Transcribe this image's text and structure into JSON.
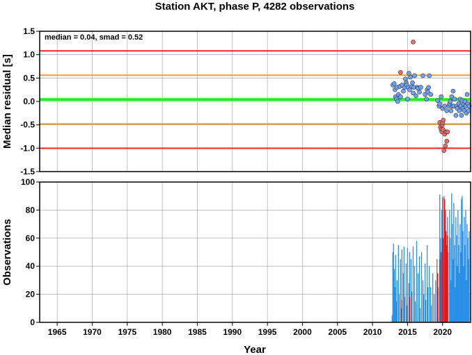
{
  "title": "Station AKT, phase P, 4282 observations",
  "colors": {
    "red_line": "#ff2020",
    "orange_line": "#f0a020",
    "green_line": "#22ee22",
    "blue_point": "#6fa3f5",
    "red_point": "#f06a6a",
    "blue_bar": "#2a8fe6",
    "red_bar": "#ee1111",
    "grid": "#999999"
  },
  "chart_data": [
    {
      "type": "scatter",
      "ylabel": "Median residual [s]",
      "annotation": "median = 0.04, smad = 0.52",
      "xlim": [
        1962.5,
        2024
      ],
      "ylim": [
        -1.5,
        1.5
      ],
      "y_ticks": [
        "1.5",
        "1.0",
        "0.5",
        "0.0",
        "-0.5",
        "-1.0",
        "-1.5"
      ],
      "y_tick_values": [
        1.5,
        1.0,
        0.5,
        0.0,
        -0.5,
        -1.0,
        -1.5
      ],
      "reference_lines": [
        {
          "y": 1.08,
          "color": "red"
        },
        {
          "y": 0.56,
          "color": "orange"
        },
        {
          "y": 0.04,
          "color": "green"
        },
        {
          "y": -0.48,
          "color": "orange"
        },
        {
          "y": -1.0,
          "color": "red"
        }
      ],
      "series": [
        {
          "color": "blue",
          "points": [
            [
              2012.9,
              0.35
            ],
            [
              2013.1,
              0.38
            ],
            [
              2013.2,
              0.25
            ],
            [
              2013.3,
              0.1
            ],
            [
              2013.4,
              0.05
            ],
            [
              2013.5,
              0.3
            ],
            [
              2013.6,
              0.0
            ],
            [
              2013.7,
              0.15
            ],
            [
              2013.9,
              0.32
            ],
            [
              2014.0,
              0.1
            ],
            [
              2014.2,
              0.35
            ],
            [
              2014.4,
              0.22
            ],
            [
              2014.6,
              0.3
            ],
            [
              2014.7,
              0.48
            ],
            [
              2014.8,
              0.4
            ],
            [
              2014.9,
              0.35
            ],
            [
              2015.0,
              0.05
            ],
            [
              2015.1,
              0.3
            ],
            [
              2015.2,
              0.6
            ],
            [
              2015.3,
              0.25
            ],
            [
              2015.4,
              0.52
            ],
            [
              2015.6,
              0.32
            ],
            [
              2015.7,
              0.4
            ],
            [
              2015.8,
              0.18
            ],
            [
              2015.9,
              0.3
            ],
            [
              2016.0,
              0.55
            ],
            [
              2016.2,
              0.12
            ],
            [
              2016.4,
              0.3
            ],
            [
              2016.5,
              0.28
            ],
            [
              2016.7,
              0.2
            ],
            [
              2016.9,
              0.3
            ],
            [
              2017.2,
              0.55
            ],
            [
              2017.5,
              0.15
            ],
            [
              2017.7,
              0.05
            ],
            [
              2017.8,
              0.25
            ],
            [
              2017.9,
              0.2
            ],
            [
              2018.0,
              0.3
            ],
            [
              2018.1,
              0.55
            ],
            [
              2018.3,
              0.15
            ],
            [
              2019.3,
              0.02
            ],
            [
              2019.5,
              -0.1
            ],
            [
              2019.6,
              -0.05
            ],
            [
              2019.8,
              0.1
            ],
            [
              2020.0,
              -0.15
            ],
            [
              2020.3,
              -0.1
            ],
            [
              2020.6,
              -0.2
            ],
            [
              2020.9,
              -0.1
            ],
            [
              2021.0,
              -0.05
            ],
            [
              2021.1,
              0.0
            ],
            [
              2021.2,
              -0.2
            ],
            [
              2021.3,
              0.1
            ],
            [
              2021.4,
              -0.1
            ],
            [
              2021.5,
              0.22
            ],
            [
              2021.6,
              -0.1
            ],
            [
              2021.7,
              0.05
            ],
            [
              2021.9,
              -0.3
            ],
            [
              2022.0,
              -0.1
            ],
            [
              2022.1,
              -0.15
            ],
            [
              2022.3,
              -0.05
            ],
            [
              2022.4,
              -0.2
            ],
            [
              2022.5,
              0.05
            ],
            [
              2022.6,
              -0.1
            ],
            [
              2022.7,
              -0.3
            ],
            [
              2022.8,
              0.02
            ],
            [
              2022.9,
              -0.15
            ],
            [
              2023.0,
              -0.05
            ],
            [
              2023.1,
              -0.2
            ],
            [
              2023.2,
              0.0
            ],
            [
              2023.3,
              -0.1
            ],
            [
              2023.4,
              -0.25
            ],
            [
              2023.5,
              0.15
            ],
            [
              2023.6,
              -0.05
            ],
            [
              2023.7,
              -0.2
            ],
            [
              2023.8,
              -0.1
            ]
          ]
        },
        {
          "color": "red",
          "points": [
            [
              2014.0,
              0.62
            ],
            [
              2015.8,
              1.27
            ],
            [
              2019.6,
              -0.45
            ],
            [
              2019.7,
              -0.55
            ],
            [
              2019.8,
              -0.6
            ],
            [
              2019.9,
              -0.65
            ],
            [
              2019.95,
              -0.5
            ],
            [
              2020.0,
              -0.45
            ],
            [
              2020.05,
              -0.6
            ],
            [
              2020.1,
              -0.4
            ],
            [
              2020.2,
              -1.05
            ],
            [
              2020.3,
              -0.7
            ],
            [
              2020.4,
              -0.95
            ],
            [
              2020.5,
              -0.65
            ],
            [
              2020.6,
              -0.85
            ],
            [
              2020.7,
              -0.65
            ]
          ]
        }
      ]
    },
    {
      "type": "bar",
      "xlabel": "Year",
      "ylabel": "Observations",
      "xlim": [
        1962.5,
        2024
      ],
      "ylim": [
        0,
        100
      ],
      "x_ticks": [
        "1965",
        "1970",
        "1975",
        "1980",
        "1985",
        "1990",
        "1995",
        "2000",
        "2005",
        "2010",
        "2015",
        "2020"
      ],
      "x_tick_values": [
        1965,
        1970,
        1975,
        1980,
        1985,
        1990,
        1995,
        2000,
        2005,
        2010,
        2015,
        2020
      ],
      "y_ticks": [
        "100",
        "80",
        "60",
        "40",
        "20",
        "0"
      ],
      "y_tick_values": [
        100,
        80,
        60,
        40,
        20,
        0
      ],
      "series": [
        {
          "color": "blue",
          "bars": [
            [
              2012.8,
              5
            ],
            [
              2012.9,
              50
            ],
            [
              2013.0,
              56
            ],
            [
              2013.1,
              38
            ],
            [
              2013.2,
              25
            ],
            [
              2013.3,
              48
            ],
            [
              2013.4,
              15
            ],
            [
              2013.5,
              30
            ],
            [
              2013.7,
              55
            ],
            [
              2013.8,
              20
            ],
            [
              2014.0,
              45
            ],
            [
              2014.1,
              10
            ],
            [
              2014.2,
              52
            ],
            [
              2014.4,
              35
            ],
            [
              2014.5,
              54
            ],
            [
              2014.6,
              18
            ],
            [
              2014.8,
              42
            ],
            [
              2014.9,
              12
            ],
            [
              2015.0,
              53
            ],
            [
              2015.2,
              28
            ],
            [
              2015.3,
              50
            ],
            [
              2015.5,
              45
            ],
            [
              2015.6,
              22
            ],
            [
              2015.8,
              54
            ],
            [
              2016.0,
              40
            ],
            [
              2016.1,
              15
            ],
            [
              2016.3,
              58
            ],
            [
              2016.5,
              35
            ],
            [
              2016.7,
              47
            ],
            [
              2016.8,
              10
            ],
            [
              2017.0,
              50
            ],
            [
              2017.2,
              30
            ],
            [
              2017.3,
              20
            ],
            [
              2017.5,
              42
            ],
            [
              2017.6,
              16
            ],
            [
              2017.8,
              55
            ],
            [
              2017.9,
              25
            ],
            [
              2018.1,
              40
            ],
            [
              2018.3,
              25
            ],
            [
              2018.4,
              12
            ],
            [
              2018.6,
              35
            ],
            [
              2018.8,
              20
            ],
            [
              2019.0,
              30
            ],
            [
              2019.2,
              45
            ],
            [
              2019.4,
              25
            ],
            [
              2019.6,
              91
            ],
            [
              2019.7,
              60
            ],
            [
              2019.9,
              80
            ],
            [
              2020.0,
              55
            ],
            [
              2020.2,
              90
            ],
            [
              2020.4,
              65
            ],
            [
              2020.5,
              35
            ],
            [
              2020.7,
              75
            ],
            [
              2020.8,
              50
            ],
            [
              2021.0,
              80
            ],
            [
              2021.1,
              60
            ],
            [
              2021.2,
              30
            ],
            [
              2021.3,
              92
            ],
            [
              2021.4,
              70
            ],
            [
              2021.5,
              45
            ],
            [
              2021.6,
              85
            ],
            [
              2021.7,
              55
            ],
            [
              2021.8,
              25
            ],
            [
              2021.9,
              75
            ],
            [
              2022.0,
              62
            ],
            [
              2022.1,
              40
            ],
            [
              2022.2,
              80
            ],
            [
              2022.3,
              55
            ],
            [
              2022.4,
              35
            ],
            [
              2022.5,
              70
            ],
            [
              2022.6,
              50
            ],
            [
              2022.7,
              88
            ],
            [
              2022.8,
              90
            ],
            [
              2022.9,
              65
            ],
            [
              2023.0,
              40
            ],
            [
              2023.1,
              75
            ],
            [
              2023.2,
              55
            ],
            [
              2023.3,
              80
            ],
            [
              2023.4,
              30
            ],
            [
              2023.5,
              70
            ],
            [
              2023.6,
              60
            ],
            [
              2023.7,
              45
            ],
            [
              2023.8,
              65
            ]
          ]
        },
        {
          "color": "red",
          "bars": [
            [
              2014.2,
              16
            ],
            [
              2015.3,
              18
            ],
            [
              2019.3,
              35
            ],
            [
              2019.6,
              45
            ],
            [
              2019.8,
              50
            ],
            [
              2020.0,
              89
            ],
            [
              2020.1,
              60
            ],
            [
              2020.3,
              88
            ],
            [
              2020.4,
              80
            ],
            [
              2020.5,
              65
            ],
            [
              2020.6,
              55
            ],
            [
              2020.7,
              62
            ]
          ]
        }
      ]
    }
  ]
}
